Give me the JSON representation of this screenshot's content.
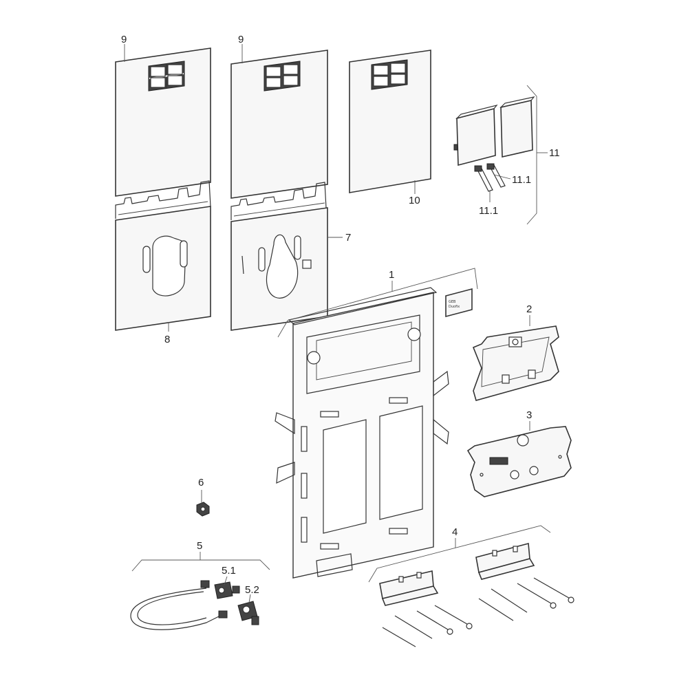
{
  "diagram": {
    "labels": {
      "p9a": "9",
      "p9b": "9",
      "p10": "10",
      "p11": "11",
      "p11_1a": "11.1",
      "p11_1b": "11.1",
      "p7": "7",
      "p8": "8",
      "p1": "1",
      "p2": "2",
      "p3": "3",
      "p4": "4",
      "p5": "5",
      "p5_1": "5.1",
      "p5_2": "5.2",
      "p6": "6"
    }
  }
}
